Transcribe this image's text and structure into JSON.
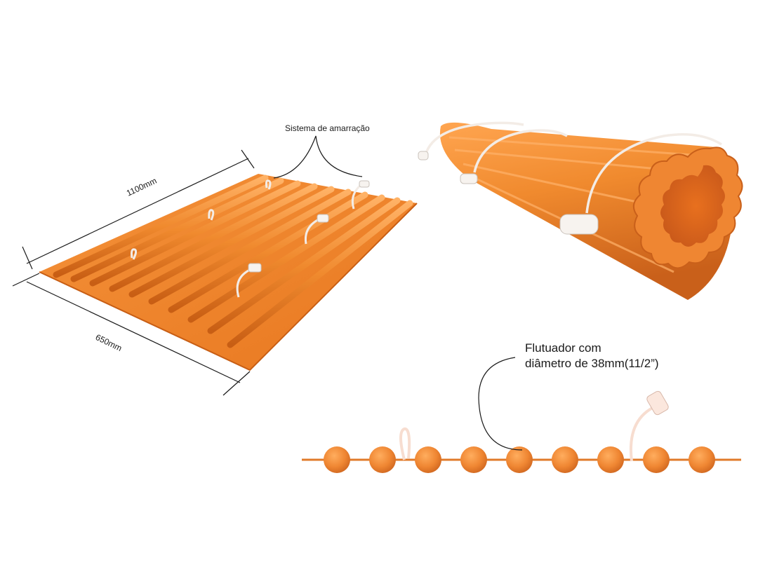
{
  "labels": {
    "lashing_system": "Sistema de amarração",
    "length_dim": "1100mm",
    "width_dim": "650mm",
    "float_line1": "Flutuador com",
    "float_line2": "diâmetro de 38mm(11/2”)"
  },
  "colors": {
    "orange": "#f08a2e",
    "orange_dark": "#d9681a",
    "orange_light": "#ffb266",
    "cord": "#f2ede8",
    "line": "#1a1a1a"
  },
  "profile": {
    "float_count": 9
  }
}
